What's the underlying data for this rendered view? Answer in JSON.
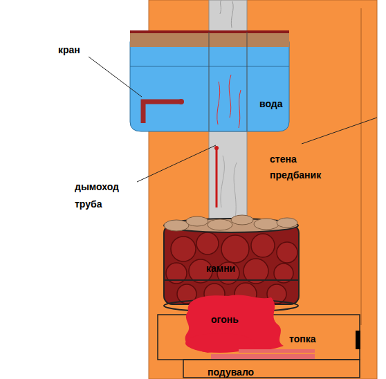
{
  "diagram": {
    "nodes": [
      {
        "text": [
          "стена предбаник"
        ]
      },
      {
        "text": [
          "вода"
        ],
        "in": 0
      },
      {
        "text": [
          "камни"
        ],
        "in": 0
      },
      {
        "text": [
          "топка"
        ],
        "in": 0
      },
      {
        "text": [
          "огонь"
        ],
        "in": 0
      },
      {
        "text": [
          "подувало"
        ],
        "in": 0
      }
    ],
    "labels": [
      "кран",
      "дымоход труба"
    ]
  }
}
